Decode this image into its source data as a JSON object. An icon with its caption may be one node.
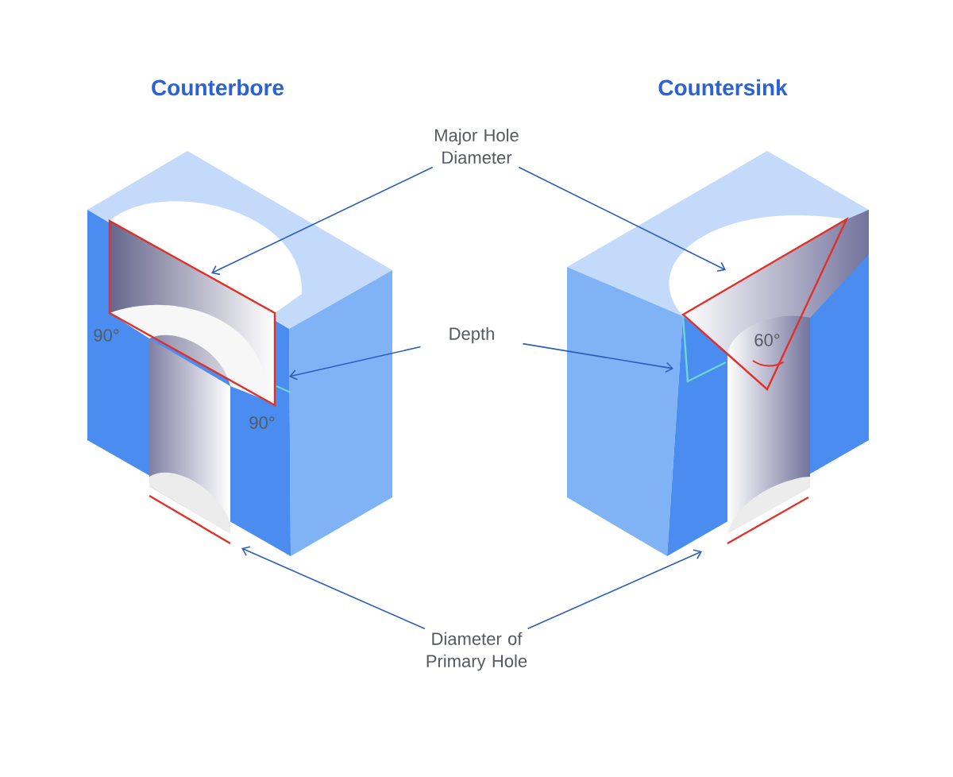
{
  "diagram": {
    "nodes": [
      {
        "text": [
          "Major Hole Diameter"
        ]
      },
      {
        "text": [
          "Depth"
        ]
      },
      {
        "text": [
          "Diameter of Primary Hole"
        ]
      }
    ],
    "edges": [
      {
        "from": 0,
        "to": null,
        "arrow": "to"
      },
      {
        "from": 0,
        "to": null,
        "arrow": "to"
      },
      {
        "from": 1,
        "to": null,
        "arrow": "to"
      },
      {
        "from": 1,
        "to": null,
        "arrow": "to"
      },
      {
        "from": 2,
        "to": null,
        "arrow": "to"
      },
      {
        "from": 2,
        "to": null,
        "arrow": "to"
      }
    ],
    "labels": [
      "Counterbore",
      "Countersink",
      "90°",
      "90°",
      "60°"
    ]
  }
}
